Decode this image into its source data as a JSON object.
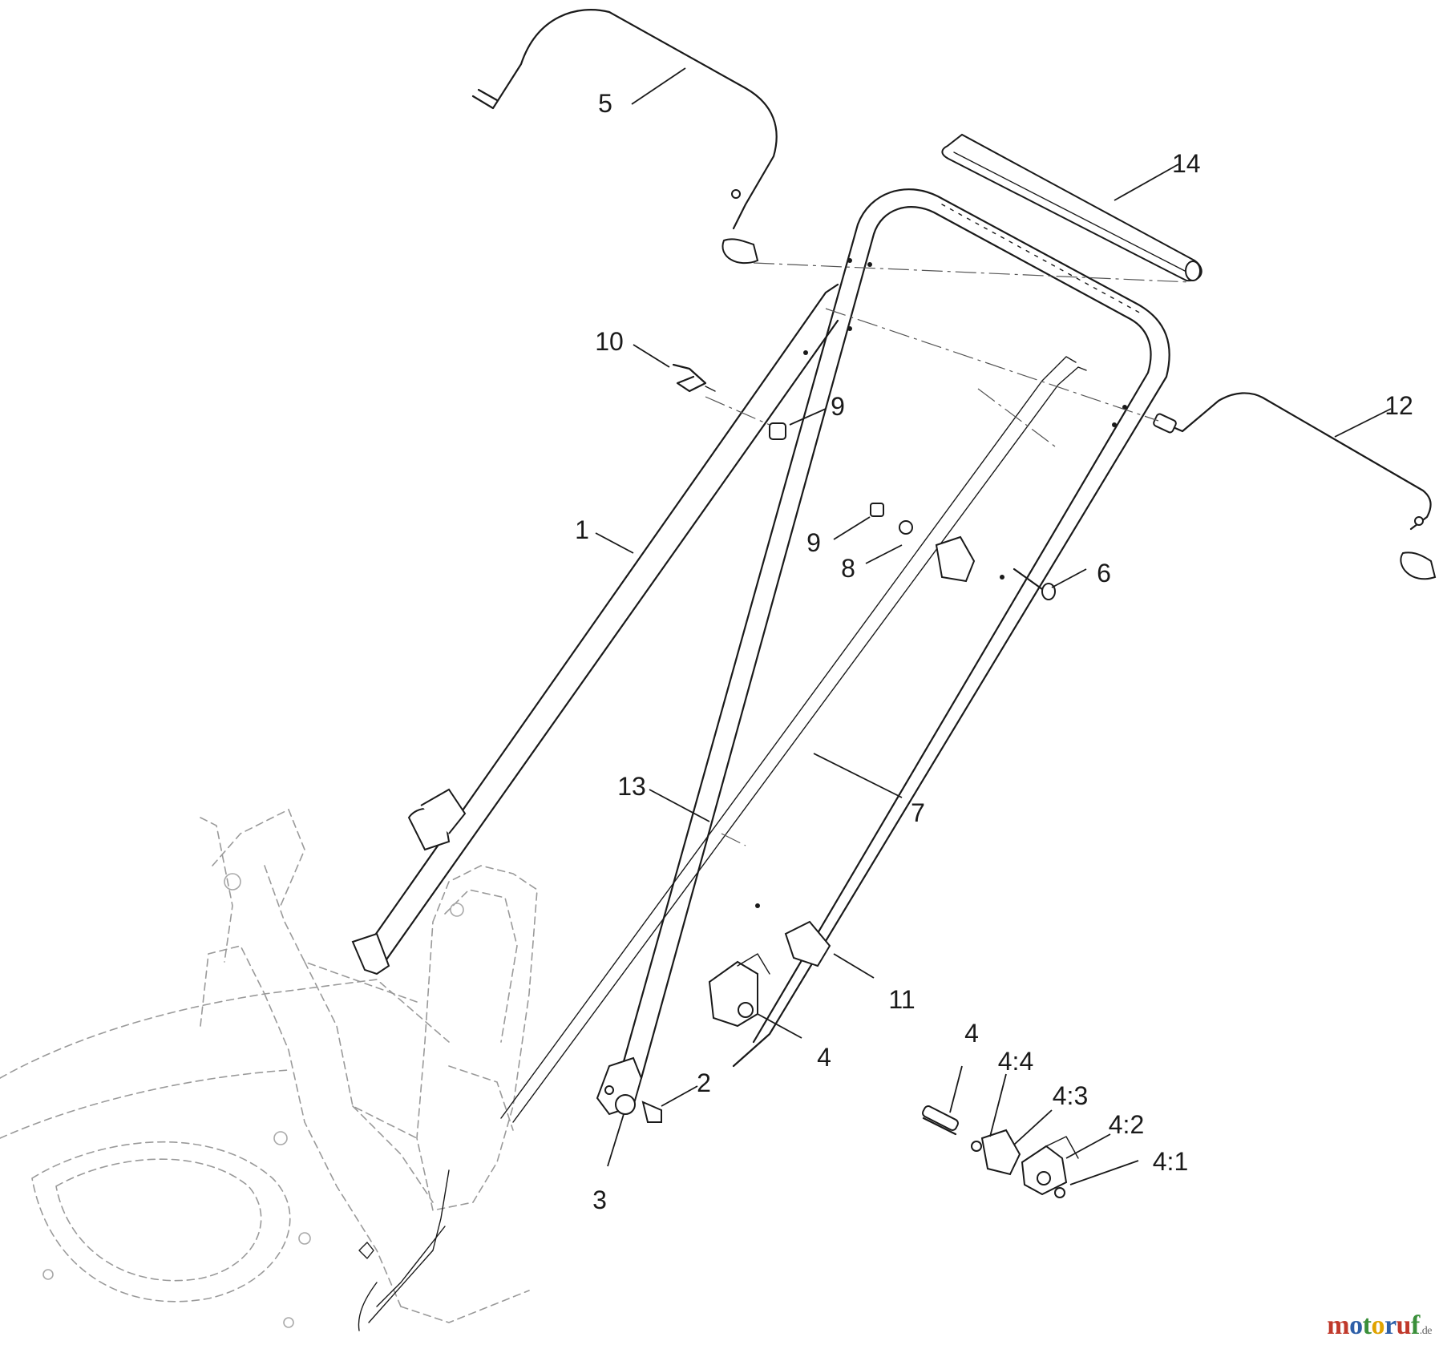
{
  "callouts": [
    {
      "id": "c1",
      "label": "1"
    },
    {
      "id": "c2",
      "label": "2"
    },
    {
      "id": "c3",
      "label": "3"
    },
    {
      "id": "c4a",
      "label": "4"
    },
    {
      "id": "c4b",
      "label": "4"
    },
    {
      "id": "c41",
      "label": "4:1"
    },
    {
      "id": "c42",
      "label": "4:2"
    },
    {
      "id": "c43",
      "label": "4:3"
    },
    {
      "id": "c44",
      "label": "4:4"
    },
    {
      "id": "c5",
      "label": "5"
    },
    {
      "id": "c6",
      "label": "6"
    },
    {
      "id": "c7",
      "label": "7"
    },
    {
      "id": "c8",
      "label": "8"
    },
    {
      "id": "c9a",
      "label": "9"
    },
    {
      "id": "c9b",
      "label": "9"
    },
    {
      "id": "c10",
      "label": "10"
    },
    {
      "id": "c11",
      "label": "11"
    },
    {
      "id": "c12",
      "label": "12"
    },
    {
      "id": "c13",
      "label": "13"
    },
    {
      "id": "c14",
      "label": "14"
    }
  ],
  "watermark": {
    "parts": [
      {
        "text": "m",
        "color": "#c0392b"
      },
      {
        "text": "o",
        "color": "#2d5fa8"
      },
      {
        "text": "t",
        "color": "#3a8f3a"
      },
      {
        "text": "o",
        "color": "#e0a300"
      },
      {
        "text": "r",
        "color": "#2d5fa8"
      },
      {
        "text": "u",
        "color": "#c0392b"
      },
      {
        "text": "f",
        "color": "#3a8f3a"
      }
    ],
    "tld": ".de"
  }
}
